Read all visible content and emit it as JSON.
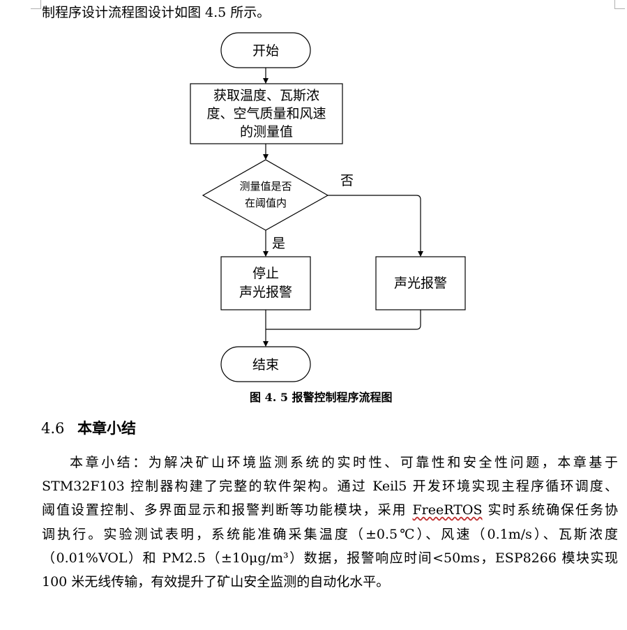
{
  "intro": {
    "text": "制程序设计流程图设计如图 4.5 所示。"
  },
  "flowchart": {
    "start_label": "开始",
    "acquire_line1": "获取温度、瓦斯浓",
    "acquire_line2": "度、空气质量和风速",
    "acquire_line3": "的测量值",
    "decision_line1": "测量值是否",
    "decision_line2": "在阈值内",
    "no_label": "否",
    "yes_label": "是",
    "stop_line1": "停止",
    "stop_line2": "声光报警",
    "alarm_label": "声光报警",
    "end_label": "结束"
  },
  "caption": {
    "text": "图 4. 5 报警控制程序流程图"
  },
  "section": {
    "number": "4.6",
    "title": "本章小结"
  },
  "paragraph": {
    "line1": "本章小结：为解决矿山环境监测系统的实时性、可靠性和安全性问题，本章基于",
    "line2": "STM32F103 控制器构建了完整的软件架构。通过 Keil5 开发环境实现主程序循环调度、",
    "line3_a": "阈值设置控制、多界面显示和报警判断等功能模块，采用 ",
    "line3_link": "FreeRTOS",
    "line3_b": " 实时系统确保任务协",
    "line4": "调执行。实验测试表明，系统能准确采集温度（±0.5℃）、风速（0.1m/s）、瓦斯浓度",
    "line5": "（0.01%VOL）和 PM2.5（±10μg/m³）数据，报警响应时间<50ms，ESP8266 模块实现",
    "line6": "100 米无线传输，有效提升了矿山安全监测的自动化水平。"
  }
}
